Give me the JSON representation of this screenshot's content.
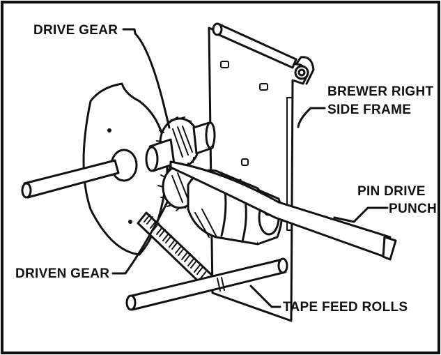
{
  "labels": {
    "drive_gear": "DRIVE GEAR",
    "brewer_line1": "BREWER RIGHT",
    "brewer_line2": "SIDE FRAME",
    "pin_line1": "PIN DRIVE",
    "pin_line2": "PUNCH",
    "driven_gear": "DRIVEN GEAR",
    "tape_feed_rolls": "TAPE FEED ROLLS"
  }
}
